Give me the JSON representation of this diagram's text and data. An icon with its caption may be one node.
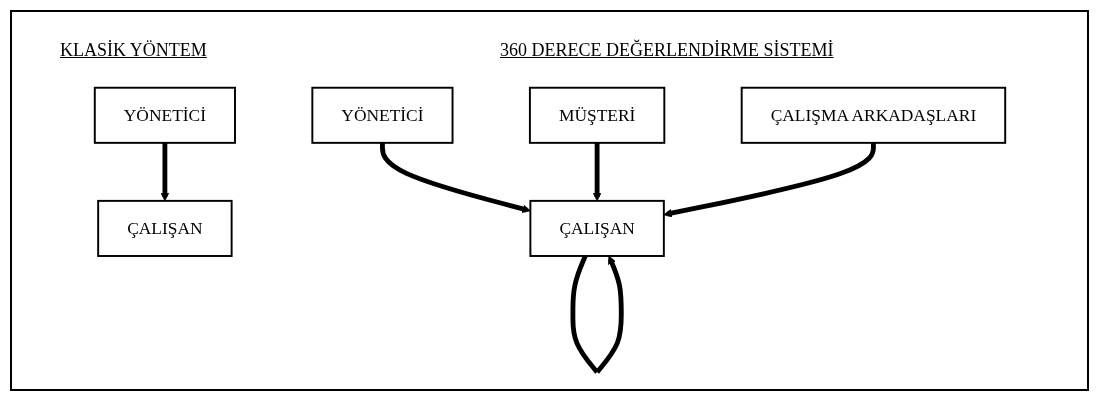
{
  "diagram": {
    "nodes": [
      {
        "text": [
          "YÖNETİCİ"
        ]
      },
      {
        "text": [
          "ÇALIŞAN"
        ]
      },
      {
        "text": [
          "YÖNETİCİ"
        ]
      },
      {
        "text": [
          "ÇALIŞAN"
        ]
      },
      {
        "text": [
          "MÜŞTERİ"
        ]
      },
      {
        "text": [
          "ÇALIŞMA ARKADAŞLARI"
        ]
      }
    ],
    "edges": [
      {
        "from": 0,
        "to": 1,
        "arrow": "to"
      },
      {
        "from": 2,
        "to": 3,
        "arrow": "to"
      },
      {
        "from": 4,
        "to": 3,
        "arrow": "to"
      },
      {
        "from": 5,
        "to": 3,
        "arrow": "to"
      },
      {
        "from": 3,
        "to": 3,
        "arrow": "to"
      }
    ],
    "labels": [
      "KLASİK YÖNTEM",
      "360 DERECE DEĞERLENDİRME SİSTEMİ"
    ]
  }
}
